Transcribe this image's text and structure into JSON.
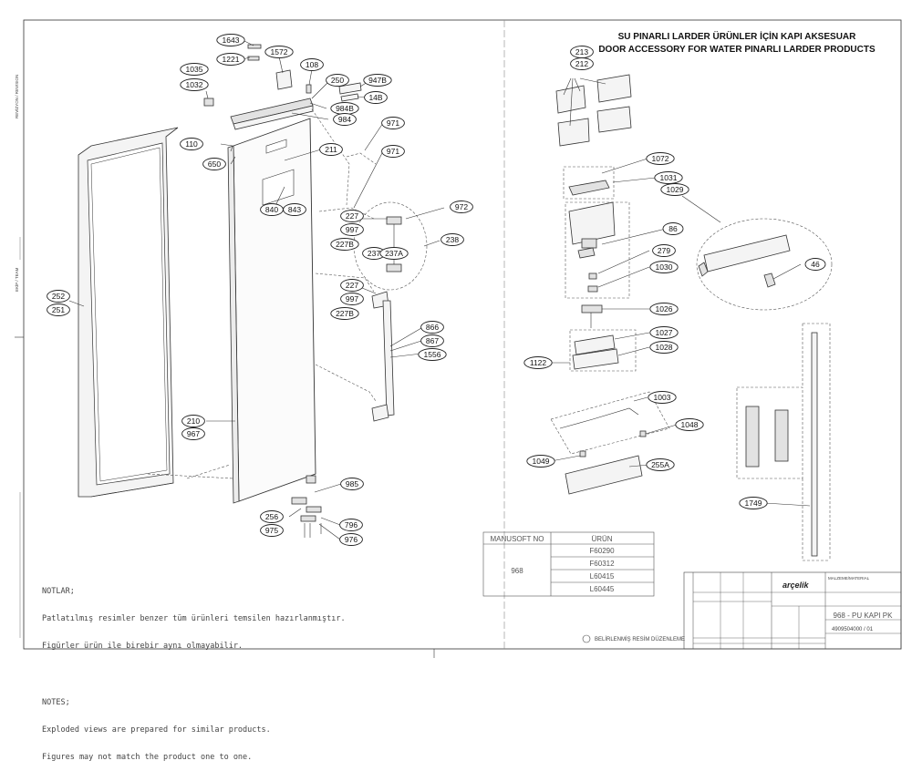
{
  "title_tr": "SU PINARLI LARDER ÜRÜNLER İÇİN KAPI AKSESUAR",
  "title_en": "DOOR ACCESSORY FOR WATER PINARLI LARDER PRODUCTS",
  "notes": {
    "heading_tr": "NOTLAR;",
    "line1_tr": "Patlatılmış resimler benzer tüm ürünleri temsilen hazırlanmıştır.",
    "line2_tr": "Figürler ürün ile birebir aynı olmayabilir.",
    "heading_en": "NOTES;",
    "line1_en": "Exploded views are prepared for similar products.",
    "line2_en": "Figures may not match the product one to one."
  },
  "product_table": {
    "header_code": "MANUSOFT NO",
    "header_product": "ÜRÜN",
    "code": "968",
    "products": [
      "F60290",
      "F60312",
      "L60415",
      "L60445"
    ]
  },
  "title_block": {
    "brand": "arçelik",
    "drawing_title": "968 - PU KAPI PK",
    "drawing_no": "4909504000 / 01",
    "material_label": "MALZEME/MATERIAL",
    "revision_note": "BELİRLENMİŞ RESİM DÜZENLEME"
  },
  "part_labels": [
    "1643",
    "1221",
    "1572",
    "108",
    "1035",
    "1032",
    "250",
    "947B",
    "14B",
    "984B",
    "984",
    "971",
    "110",
    "211",
    "650",
    "971",
    "840",
    "843",
    "227",
    "997",
    "227B",
    "972",
    "237",
    "237A",
    "238",
    "227",
    "997",
    "227B",
    "252",
    "251",
    "866",
    "867",
    "1556",
    "210",
    "967",
    "985",
    "256",
    "975",
    "796",
    "976",
    "213",
    "212",
    "1072",
    "1031",
    "1029",
    "86",
    "279",
    "1030",
    "46",
    "1026",
    "1027",
    "1122",
    "1028",
    "1003",
    "1048",
    "1049",
    "255A",
    "1749"
  ],
  "side_marks": [
    "REVİZYON / REVISION",
    "EKİP / TEAM"
  ]
}
